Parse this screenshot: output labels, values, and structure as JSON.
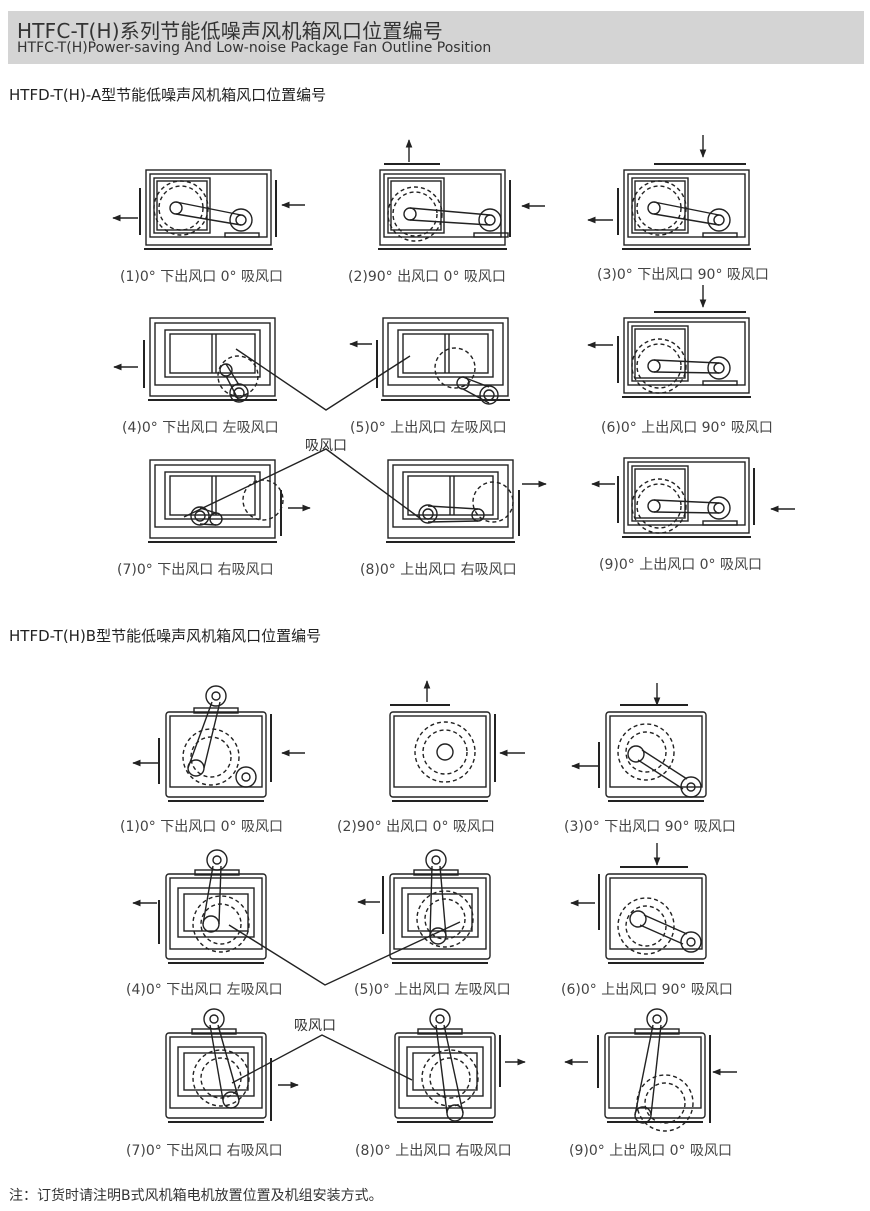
{
  "header": {
    "title_cn": "HTFC-T(H)系列节能低噪声风机箱风口位置编号",
    "title_en": "HTFC-T(H)Power-saving And Low-noise Package Fan Outline Position"
  },
  "section_a": {
    "title": "HTFD-T(H)-A型节能低噪声风机箱风口位置编号",
    "suction_label": "吸风口",
    "captions": [
      "(1)0°  下出风口 0°  吸风口",
      "(2)90°  出风口 0°  吸风口",
      "(3)0°  下出风口 90°  吸风口",
      "(4)0°  下出风口 左吸风口",
      "(5)0°  上出风口 左吸风口",
      "(6)0°  上出风口 90°  吸风口",
      "(7)0°  下出风口 右吸风口",
      "(8)0°  上出风口 右吸风口",
      "(9)0°  上出风口 0°  吸风口"
    ]
  },
  "section_b": {
    "title": "HTFD-T(H)B型节能低噪声风机箱风口位置编号",
    "suction_label": "吸风口",
    "captions": [
      "(1)0°  下出风口 0°  吸风口",
      "(2)90°  出风口 0°  吸风口",
      "(3)0°  下出风口 90°  吸风口",
      "(4)0°  下出风口 左吸风口",
      "(5)0°  上出风口 左吸风口",
      "(6)0°  上出风口 90°  吸风口",
      "(7)0°  下出风口 右吸风口",
      "(8)0°  上出风口 右吸风口",
      "(9)0°  上出风口 0°  吸风口"
    ]
  },
  "note": "注：订货时请注明B式风机箱电机放置位置及机组安装方式。",
  "colors": {
    "header_bg": "#d4d4d4",
    "line": "#222222",
    "text": "#333333"
  }
}
